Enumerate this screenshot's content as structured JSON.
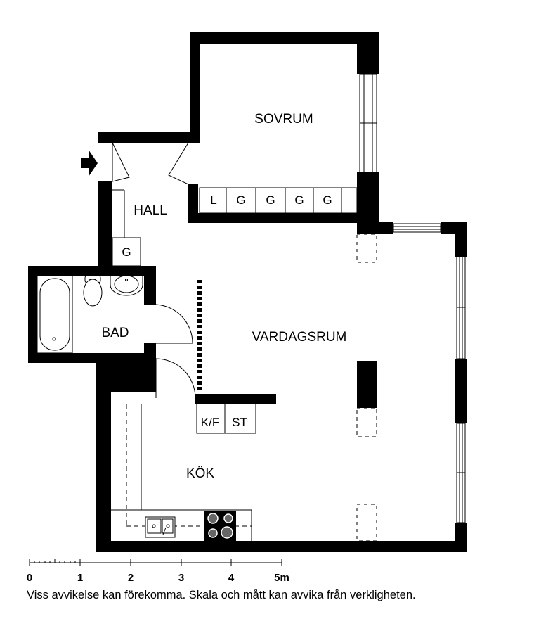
{
  "rooms": {
    "sovrum": "SOVRUM",
    "hall": "HALL",
    "vardagsrum": "VARDAGSRUM",
    "bad": "BAD",
    "kok": "KÖK"
  },
  "wardrobes": [
    "L",
    "G",
    "G",
    "G",
    "G"
  ],
  "hall_wardrobe": "G",
  "kitchen_units": [
    "K/F",
    "ST"
  ],
  "scale": {
    "ticks": [
      "0",
      "1",
      "2",
      "3",
      "4",
      "5m"
    ]
  },
  "disclaimer": "Viss avvikelse kan förekomma. Skala och mått kan avvika från verkligheten."
}
